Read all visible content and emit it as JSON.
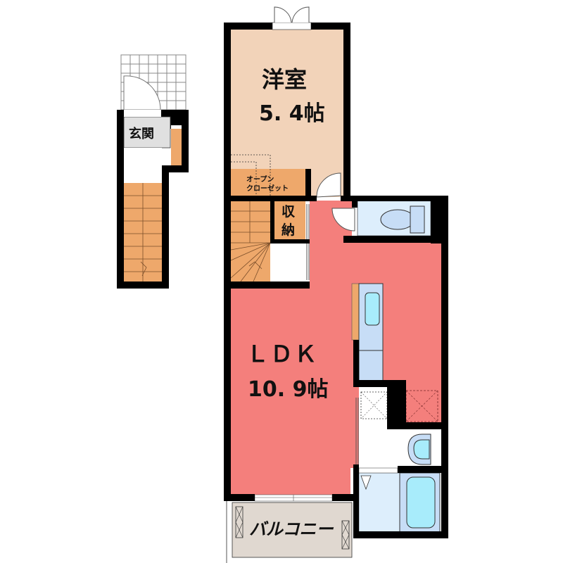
{
  "floorplan": {
    "rooms": {
      "western_room": {
        "name": "洋室",
        "size": "5. 4帖",
        "color": "#f2d3b9"
      },
      "ldk": {
        "name": "ＬＤＫ",
        "size": "10. 9帖",
        "color": "#f47f7c"
      },
      "entrance": {
        "name": "玄関",
        "color": "#e0e0e0"
      },
      "open_closet": {
        "line1": "オープン",
        "line2": "クローゼット",
        "color": "#eea86b"
      },
      "storage": {
        "line1": "収",
        "line2": "納",
        "color": "#eea86b"
      },
      "balcony": {
        "name": "バルコニー",
        "color": "#e0d8d0"
      }
    },
    "colors": {
      "wall": "#000000",
      "stairs": "#eea86b",
      "wet_area": "#c7ddf6",
      "fixture": "#a8ecfb",
      "bath_floor": "#ddeefc"
    }
  }
}
